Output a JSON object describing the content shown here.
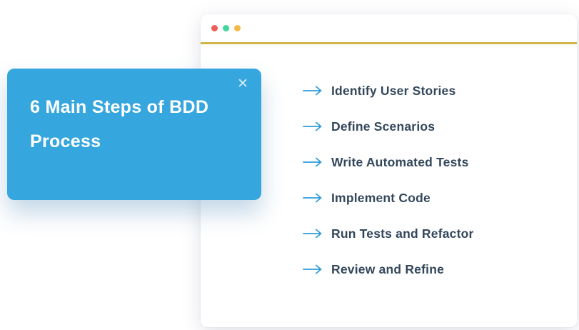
{
  "colors": {
    "card-bg": "#36a6de",
    "arrow": "#2d9cdb",
    "text": "#33475b",
    "divider": "#d3b54a",
    "dot-red": "#ee5e54",
    "dot-green": "#43d69d",
    "dot-yellow": "#f2b949"
  },
  "card": {
    "title": "6 Main Steps of BDD Process",
    "close_label": "✕"
  },
  "steps": [
    "Identify User Stories",
    "Define Scenarios",
    "Write Automated Tests",
    "Implement Code",
    "Run Tests and Refactor",
    "Review and Refine"
  ]
}
